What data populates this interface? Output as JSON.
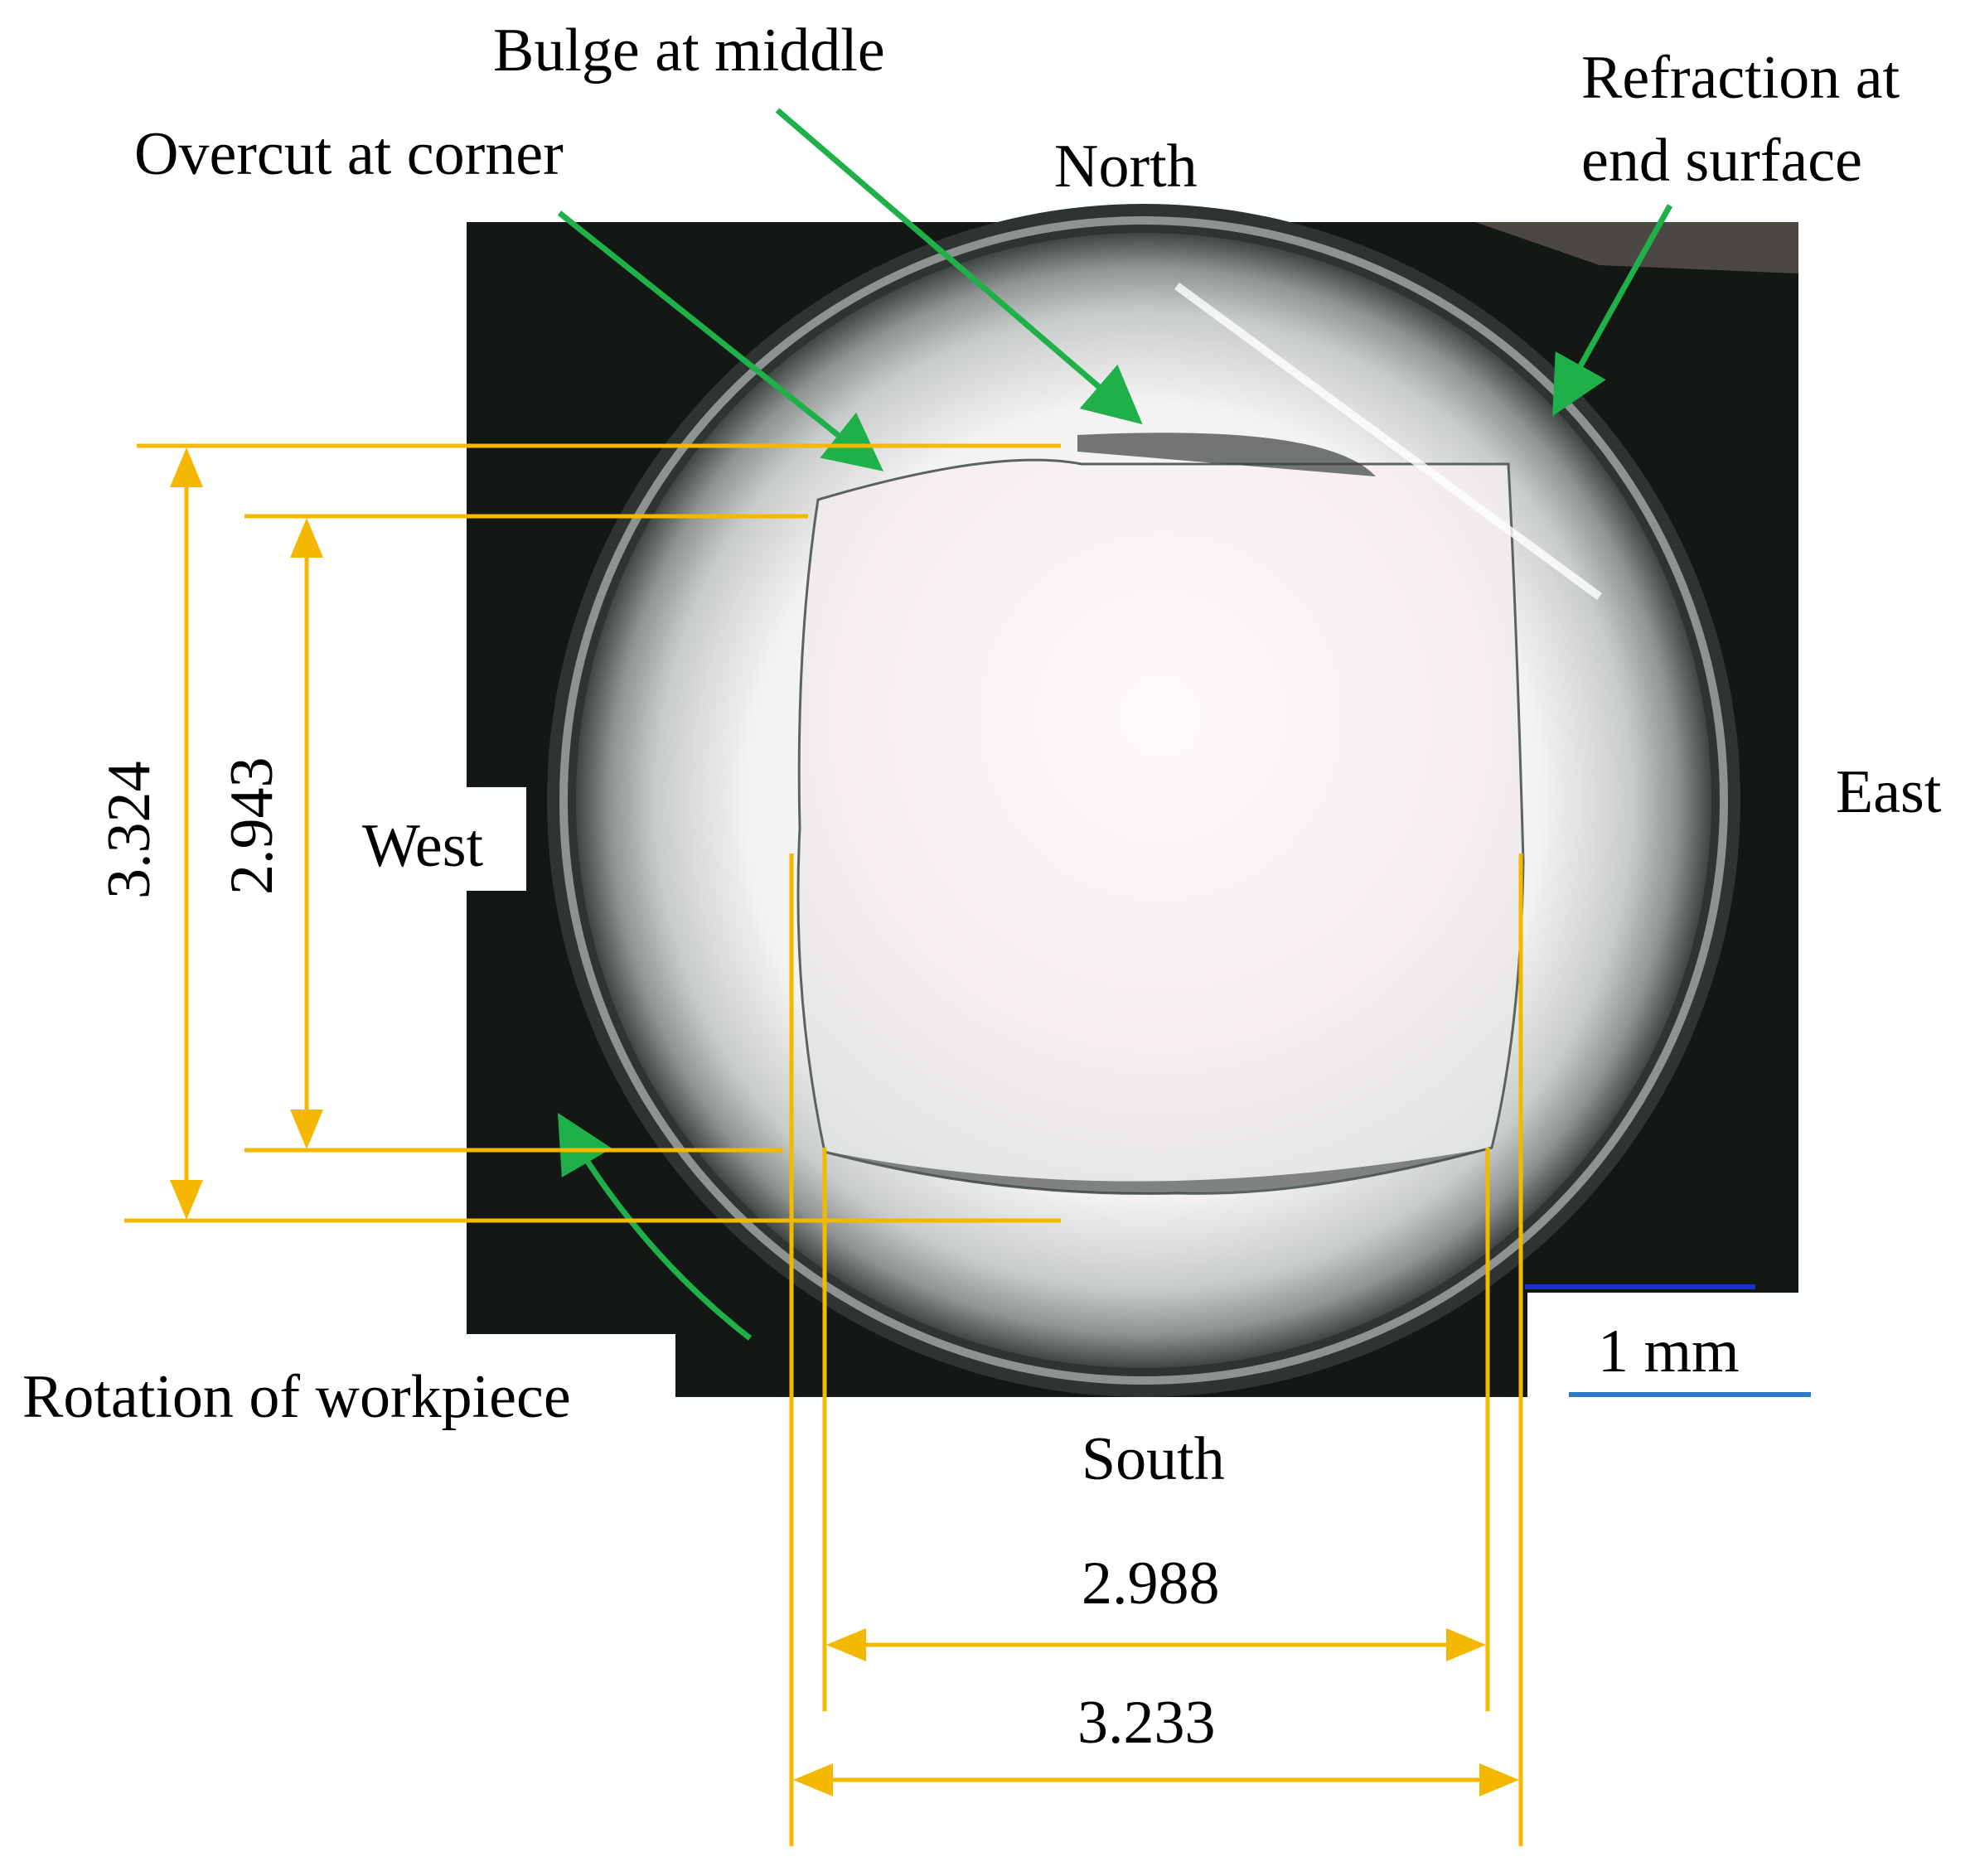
{
  "labels": {
    "bulge": "Bulge at middle",
    "overcut": "Overcut at corner",
    "refraction_line1": "Refraction at",
    "refraction_line2": "end surface",
    "north": "North",
    "south": "South",
    "east": "East",
    "west": "West",
    "rotation": "Rotation of workpiece",
    "scale": "1 mm"
  },
  "dimensions": {
    "outer_height": "3.324",
    "inner_height": "2.943",
    "inner_width": "2.988",
    "outer_width": "3.233"
  },
  "colors": {
    "dimension_line": "#F5B800",
    "annotation_arrow": "#1FB04A",
    "scale_bar": "#2F78C8",
    "photo_background": "#141814"
  }
}
